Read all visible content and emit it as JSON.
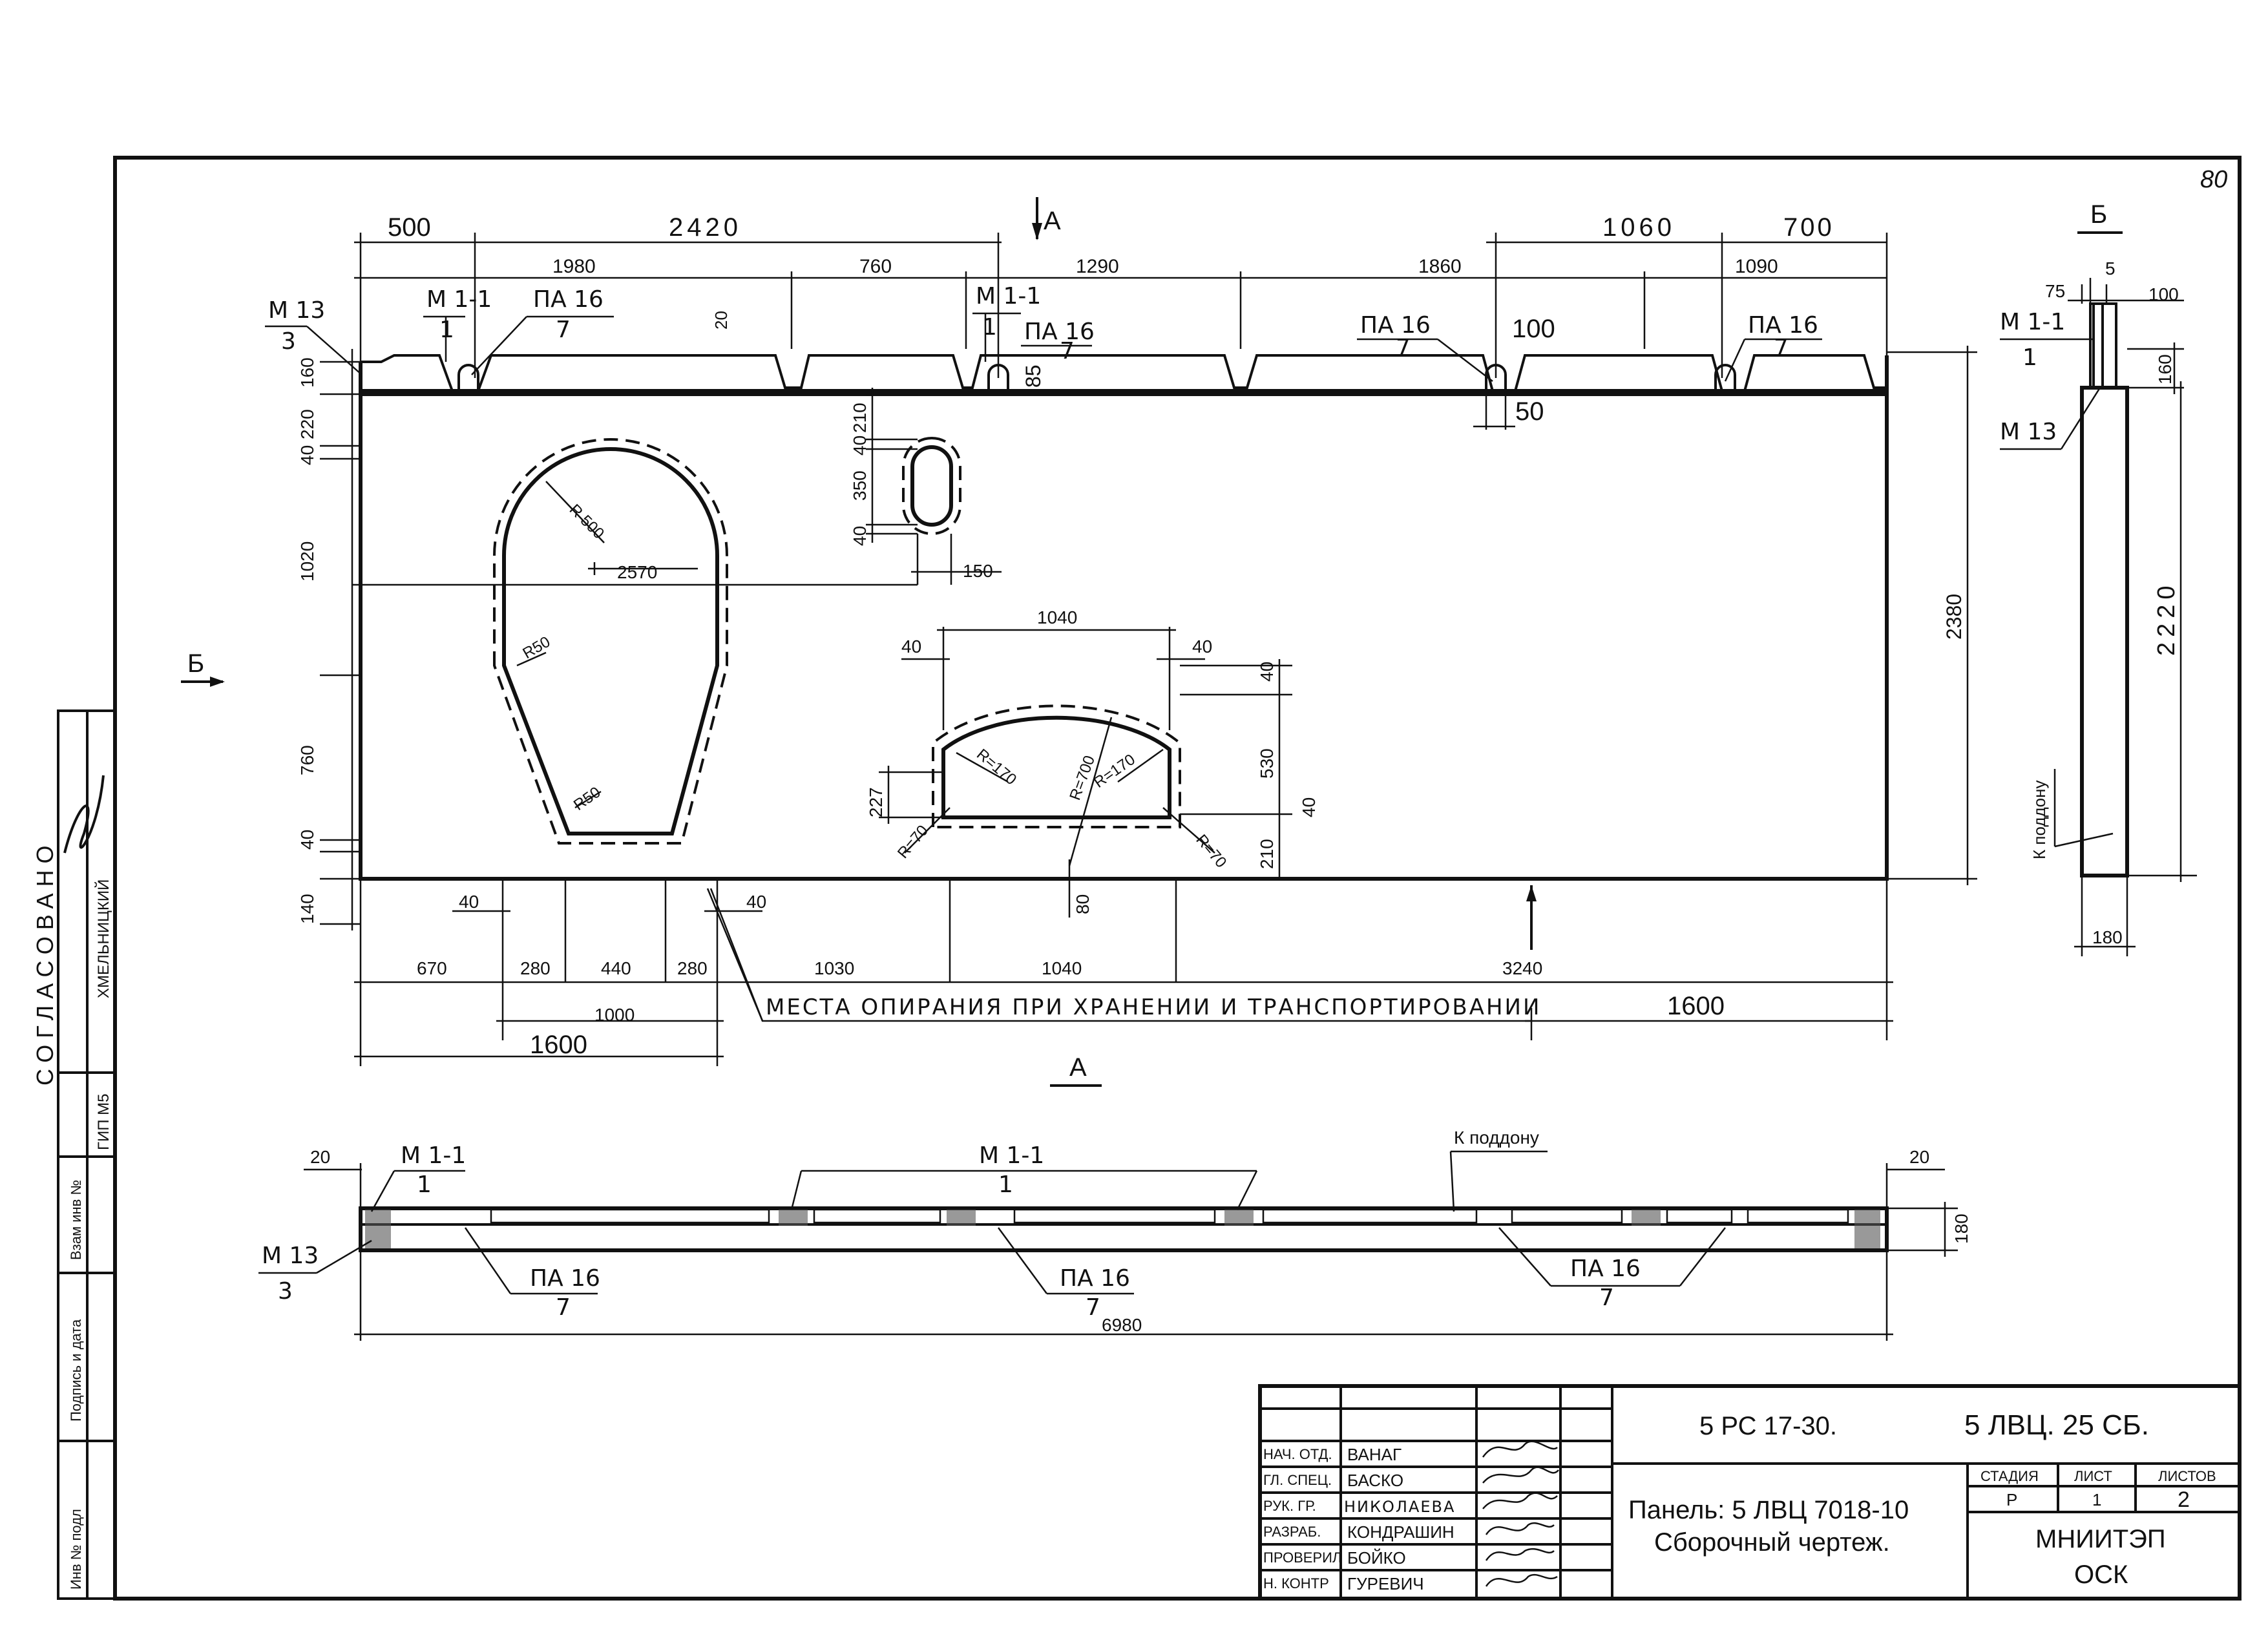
{
  "page_number": "80",
  "view_b_label": "Б",
  "view_a_label": "А",
  "front_view": {
    "top_dims_1": [
      "500",
      "2420",
      "1060",
      "700"
    ],
    "top_dims_2": [
      "1980",
      "760",
      "1290",
      "1860",
      "1090"
    ],
    "left_dims": [
      "160",
      "220",
      "40",
      "1020",
      "760",
      "40",
      "140"
    ],
    "right_dim": "2380",
    "bottom_dims_1": [
      "670",
      "280",
      "440",
      "280",
      "1030",
      "1040",
      "3240"
    ],
    "bottom_dims_2": [
      "1000",
      "1600"
    ],
    "bottom_dim_right": "1600",
    "gap_40": "40",
    "gap_20": "20",
    "dim_100": "100",
    "dim_50": "50",
    "dim_85": "85",
    "window_hole": {
      "r500": "R 500",
      "r50a": "R50",
      "r50b": "R50",
      "dim_2570": "2570"
    },
    "slot": {
      "d210": "210",
      "d40a": "40",
      "d350": "350",
      "d40b": "40",
      "d150": "150"
    },
    "door_hole": {
      "w1040": "1040",
      "d40l": "40",
      "d40r": "40",
      "d40t": "40",
      "d530": "530",
      "d210": "210",
      "d40v": "40",
      "d227": "227",
      "d80": "80",
      "r170a": "R=170",
      "r170b": "R=170",
      "r700": "R=700",
      "r70a": "R=70",
      "r70b": "R=70"
    },
    "m13": "М 13",
    "m13_num": "3",
    "m11": "М 1-1",
    "m11_num": "1",
    "pa16": "ПА 16",
    "pa16_num": "7",
    "note_supports": "МЕСТА ОПИРАНИЯ ПРИ ХРАНЕНИИ И ТРАНСПОРТИРОВАНИИ"
  },
  "side_view": {
    "title": "Б",
    "dims": [
      "75",
      "5",
      "100",
      "160",
      "2220",
      "180"
    ],
    "m11": "М 1-1",
    "m11_num": "1",
    "m13": "М 13",
    "tray": "К поддону"
  },
  "bottom_view": {
    "dim_left": "20",
    "dim_right": "20",
    "dim_height": "180",
    "dim_total": "6980",
    "m11": "М 1-1",
    "m11_num": "1",
    "m13": "М 13",
    "m13_num": "3",
    "pa16": "ПА 16",
    "pa16_num": "7",
    "tray": "К поддону"
  },
  "left_strip": {
    "approved": "СОГЛАСОВАНО",
    "name": "ХМЕЛЬНИЦКИЙ",
    "role": "ГИП М5",
    "fields": [
      "Взам инв №",
      "Подпись и дата",
      "Инв № подл"
    ]
  },
  "title_block": {
    "roles": [
      "НАЧ. ОТД.",
      "ГЛ. СПЕЦ.",
      "РУК. ГР.",
      "РАЗРАБ.",
      "ПРОВЕРИЛ",
      "Н. КОНТР"
    ],
    "names": [
      "ВАНАГ",
      "БАСКО",
      "НИКОЛАЕВА",
      "КОНДРАШИН",
      "БОЙКО",
      "ГУРЕВИЧ"
    ],
    "series": "5 РС 17-30.",
    "doc_code": "5 ЛВЦ. 25 СБ.",
    "title_line1": "Панель: 5 ЛВЦ 7018-10",
    "title_line2": "Сборочный чертеж.",
    "stage_label": "СТАДИЯ",
    "sheet_label": "ЛИСТ",
    "sheets_label": "ЛИСТОВ",
    "stage": "Р",
    "sheet": "1",
    "sheets": "2",
    "org1": "МНИИТЭП",
    "org2": "ОСК"
  }
}
